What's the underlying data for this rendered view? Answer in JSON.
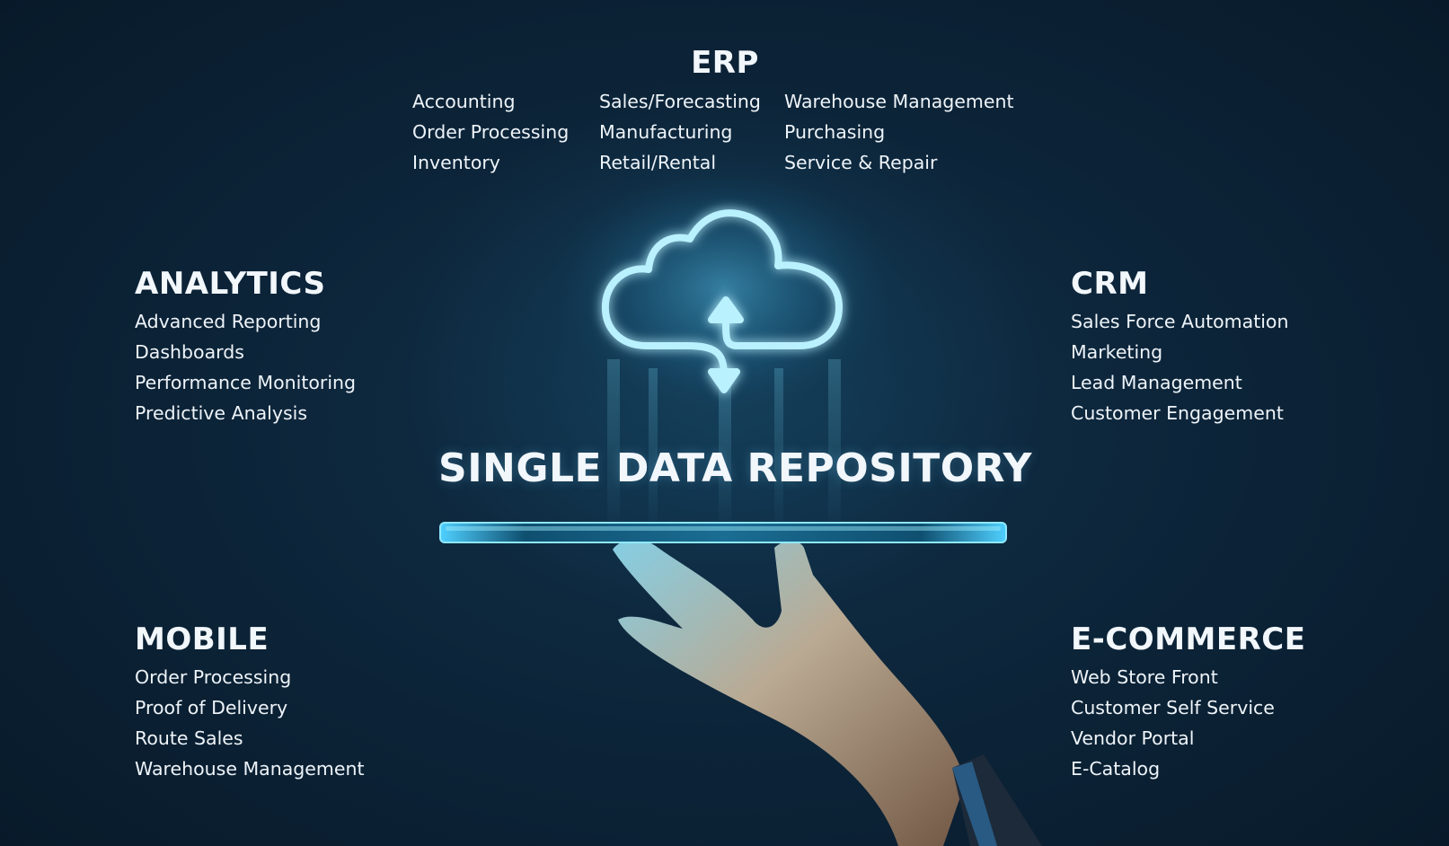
{
  "erp": {
    "title": "ERP",
    "columns": [
      [
        "Accounting",
        "Order Processing",
        "Inventory"
      ],
      [
        "Sales/Forecasting",
        "Manufacturing",
        "Retail/Rental"
      ],
      [
        "Warehouse Management",
        "Purchasing",
        "Service & Repair"
      ]
    ]
  },
  "analytics": {
    "title": "ANALYTICS",
    "items": [
      "Advanced Reporting",
      "Dashboards",
      "Performance Monitoring",
      "Predictive Analysis"
    ]
  },
  "crm": {
    "title": "CRM",
    "items": [
      "Sales Force Automation",
      "Marketing",
      "Lead Management",
      "Customer Engagement"
    ]
  },
  "mobile": {
    "title": "MOBILE",
    "items": [
      "Order Processing",
      "Proof of Delivery",
      "Route Sales",
      "Warehouse Management"
    ]
  },
  "ecommerce": {
    "title": "E-COMMERCE",
    "items": [
      "Web Store Front",
      "Customer Self Service",
      "Vendor Portal",
      "E-Catalog"
    ]
  },
  "center": {
    "title": "SINGLE DATA REPOSITORY",
    "icon": "cloud-sync-icon"
  },
  "colors": {
    "background": "#0c2337",
    "glow": "#7fe3ff",
    "text": "#eef4f9"
  }
}
